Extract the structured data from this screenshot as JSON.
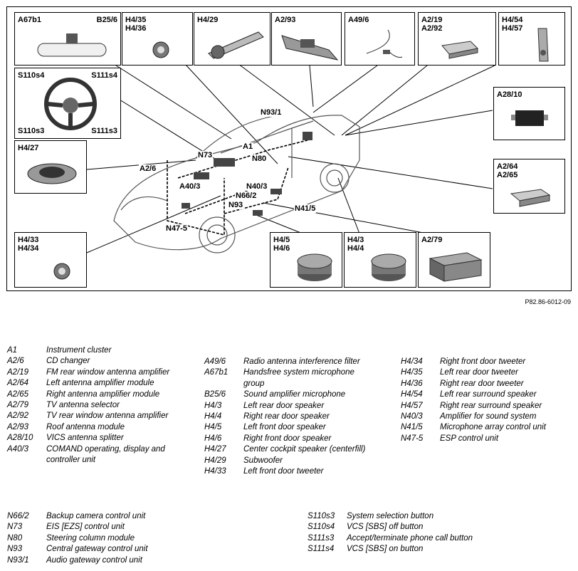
{
  "boxes": [
    {
      "id": "a67b1",
      "labels": [
        "A67b1"
      ],
      "labels_right": [
        "B25/6"
      ]
    },
    {
      "id": "h435",
      "labels": [
        "H4/35",
        "H4/36"
      ]
    },
    {
      "id": "h429",
      "labels": [
        "H4/29"
      ]
    },
    {
      "id": "a293",
      "labels": [
        "A2/93"
      ]
    },
    {
      "id": "a496",
      "labels": [
        "A49/6"
      ]
    },
    {
      "id": "a219",
      "labels": [
        "A2/19",
        "A2/92"
      ]
    },
    {
      "id": "h454",
      "labels": [
        "H4/54",
        "H4/57"
      ]
    },
    {
      "id": "s110",
      "labels": [
        "S110s4"
      ],
      "labels_right": [
        "S111s4"
      ],
      "bottom_left": "S110s3",
      "bottom_right": "S111s3"
    },
    {
      "id": "a2810",
      "labels": [
        "A28/10"
      ]
    },
    {
      "id": "h427",
      "labels": [
        "H4/27"
      ]
    },
    {
      "id": "a264",
      "labels": [
        "A2/64",
        "A2/65"
      ]
    },
    {
      "id": "h433",
      "labels": [
        "H4/33",
        "H4/34"
      ]
    },
    {
      "id": "h45",
      "labels": [
        "H4/5",
        "H4/6"
      ]
    },
    {
      "id": "h43",
      "labels": [
        "H4/3",
        "H4/4"
      ]
    },
    {
      "id": "a279",
      "labels": [
        "A2/79"
      ]
    }
  ],
  "callouts": [
    "N93/1",
    "N73",
    "A1",
    "N80",
    "A2/6",
    "A40/3",
    "N40/3",
    "N66/2",
    "N93",
    "N41/5",
    "N47-5"
  ],
  "drawing_ref": "P82.86-6012-09",
  "legend": {
    "col1": [
      {
        "code": "A1",
        "desc": "Instrument cluster"
      },
      {
        "code": "A2/6",
        "desc": "CD changer"
      },
      {
        "code": "A2/19",
        "desc": "FM rear window antenna amplifier"
      },
      {
        "code": "A2/64",
        "desc": "Left antenna amplifier module"
      },
      {
        "code": "A2/65",
        "desc": "Right antenna amplifier module"
      },
      {
        "code": "A2/79",
        "desc": "TV antenna selector"
      },
      {
        "code": "A2/92",
        "desc": "TV rear window antenna amplifier"
      },
      {
        "code": "A2/93",
        "desc": "Roof antenna module"
      },
      {
        "code": "A28/10",
        "desc": "VICS antenna splitter"
      },
      {
        "code": "A40/3",
        "desc": "COMAND operating, display and controller unit"
      }
    ],
    "col2": [
      {
        "code": "A49/6",
        "desc": "Radio antenna interference filter"
      },
      {
        "code": "A67b1",
        "desc": "Handsfree system microphone group"
      },
      {
        "code": "B25/6",
        "desc": "Sound amplifier microphone"
      },
      {
        "code": "H4/3",
        "desc": "Left rear door speaker"
      },
      {
        "code": "H4/4",
        "desc": "Right rear door speaker"
      },
      {
        "code": "H4/5",
        "desc": "Left front door speaker"
      },
      {
        "code": "H4/6",
        "desc": "Right front door speaker"
      },
      {
        "code": "H4/27",
        "desc": "Center cockpit speaker (centerfill)"
      },
      {
        "code": "H4/29",
        "desc": "Subwoofer"
      },
      {
        "code": "H4/33",
        "desc": "Left front door tweeter"
      }
    ],
    "col3": [
      {
        "code": "H4/34",
        "desc": "Right front door tweeter"
      },
      {
        "code": "H4/35",
        "desc": "Left rear door tweeter"
      },
      {
        "code": "H4/36",
        "desc": "Right rear door tweeter"
      },
      {
        "code": "H4/54",
        "desc": "Left rear surround speaker"
      },
      {
        "code": "H4/57",
        "desc": "Right rear surround speaker"
      },
      {
        "code": "N40/3",
        "desc": "Amplifier for sound system"
      },
      {
        "code": "N41/5",
        "desc": "Microphone array control unit"
      },
      {
        "code": "N47-5",
        "desc": "ESP control unit"
      }
    ],
    "col4": [
      {
        "code": "N66/2",
        "desc": "Backup camera control unit"
      },
      {
        "code": "N73",
        "desc": "EIS [EZS] control unit"
      },
      {
        "code": "N80",
        "desc": "Steering column module"
      },
      {
        "code": "N93",
        "desc": "Central gateway control unit"
      },
      {
        "code": "N93/1",
        "desc": "Audio gateway control unit"
      }
    ],
    "col5": [
      {
        "code": "S110s3",
        "desc": "System selection button"
      },
      {
        "code": "S110s4",
        "desc": "VCS [SBS] off button"
      },
      {
        "code": "S111s3",
        "desc": "Accept/terminate phone call button"
      },
      {
        "code": "S111s4",
        "desc": "VCS [SBS] on button"
      }
    ]
  }
}
